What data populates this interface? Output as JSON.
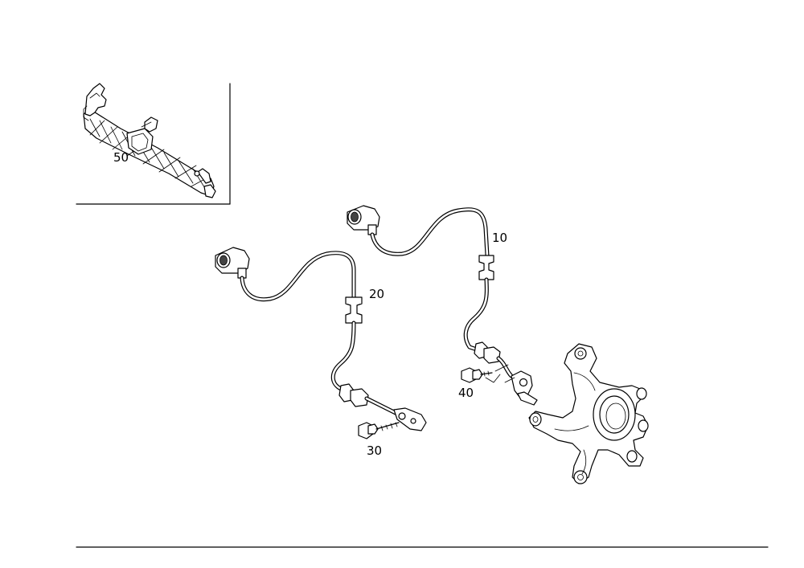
{
  "callouts": {
    "label_50": "50",
    "label_10": "10",
    "label_20": "20",
    "label_30": "30",
    "label_40": "40"
  },
  "icons": {
    "bracket": "wiring-bracket-icon",
    "sensor_10": "abs-sensor-cable-icon",
    "sensor_20": "abs-sensor-cable-icon",
    "bolt_30": "bolt-icon",
    "bolt_40": "bolt-icon",
    "knuckle": "steering-knuckle-icon"
  }
}
